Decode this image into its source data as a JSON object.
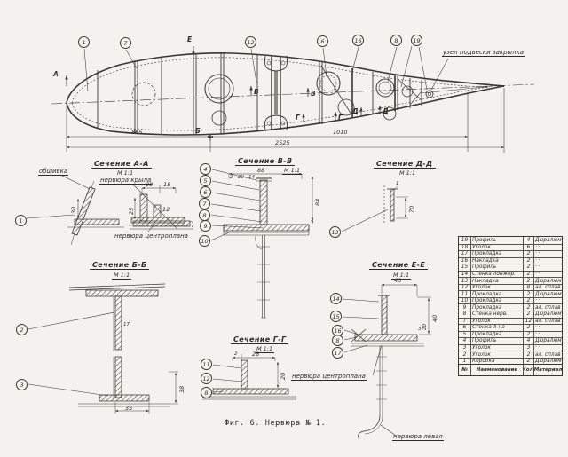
{
  "figure": {
    "caption": "Фиг. 6. Нервюра № 1."
  },
  "top_view": {
    "flap_node_label": "узел подвески закрылка",
    "dim_865": "865",
    "dim_1010": "1010",
    "dim_2525": "2525",
    "callouts": {
      "c1": "1",
      "c7": "7",
      "c12": "12",
      "c6": "6",
      "c16": "16",
      "c8": "8",
      "c19": "19"
    },
    "section_marks": {
      "a": "А",
      "b": "Б",
      "v": "В",
      "g": "Г",
      "d": "Д",
      "e": "Е"
    }
  },
  "sections": {
    "aa": {
      "title": "Сечение А-А",
      "scale": "М 1:1",
      "label_skin": "обшивка",
      "label_wing_rib": "нервюра крыла",
      "label_center_rib": "нервюра центроплана",
      "dim_30": "30",
      "dim_12": "12",
      "dim_20": "20",
      "dim_18": "18",
      "dim_25": "25",
      "callout_1": "1"
    },
    "vv": {
      "title": "Сечение В-В",
      "scale": "М 1:1",
      "dim_88": "88",
      "dim_84": "84",
      "dim_2": "2",
      "dim_20": "20",
      "dim_14": "14",
      "dim_3": "3",
      "callouts": {
        "c4": "4",
        "c5": "5",
        "c6": "6",
        "c7": "7",
        "c8": "8",
        "c9": "9",
        "c10": "10"
      }
    },
    "dd": {
      "title": "Сечение Д-Д",
      "scale": "М 1:1",
      "dim_70": "70",
      "dim_1": "1",
      "callout_13": "13"
    },
    "bb": {
      "title": "Сечение Б-Б",
      "scale": "М 1:1",
      "dim_17": "17",
      "dim_38": "38",
      "dim_35": "35",
      "callout_2": "2",
      "callout_3": "3"
    },
    "gg": {
      "title": "Сечение Г-Г",
      "scale": "М 1:1",
      "dim_2": "2",
      "dim_28": "28",
      "dim_20": "20",
      "callouts": {
        "c11": "11",
        "c12": "12",
        "c8": "8"
      }
    },
    "ee": {
      "title": "Сечение Е-Е",
      "scale": "М 1:1",
      "dim_40_top": "40",
      "dim_40_right": "40",
      "dim_20": "20",
      "dim_3": "3",
      "label_center_rib": "нервюра центроплана",
      "label_left_rib": "нервюра левая",
      "callouts": {
        "c14": "14",
        "c15": "15",
        "c16": "16",
        "c8": "8",
        "c17": "17"
      }
    }
  },
  "parts_table": {
    "header": {
      "num": "№",
      "name": "Наименование",
      "qty": "Кол.",
      "material": "Материал"
    },
    "rows": [
      [
        "19",
        "Профиль",
        "4",
        "Дюралюм."
      ],
      [
        "18",
        "Уголок",
        "6",
        "·  ·"
      ],
      [
        "17",
        "Прокладка",
        "2",
        "·  ·"
      ],
      [
        "16",
        "Накладка",
        "2",
        "·  ·"
      ],
      [
        "15",
        "Профиль",
        "2",
        "·  ·"
      ],
      [
        "14",
        "Стенка лонжер.",
        "2",
        "·  ·"
      ],
      [
        "13",
        "Накладка",
        "2",
        "Дюралюм."
      ],
      [
        "12",
        "Уголок",
        "8",
        "ал. сплав"
      ],
      [
        "11",
        "Прокладка",
        "2",
        "Дюралюм."
      ],
      [
        "10",
        "Прокладка",
        "2",
        "·  ·"
      ],
      [
        "9",
        "Прокладка",
        "2",
        "ал. сплав"
      ],
      [
        "8",
        "Стенка нерв.",
        "2",
        "Дюралюм."
      ],
      [
        "7",
        "Уголок",
        "12",
        "ал. сплав"
      ],
      [
        "6",
        "Стенка л-на",
        "2",
        "·  ·"
      ],
      [
        "5",
        "Прокладка",
        "2",
        "·  ·"
      ],
      [
        "4",
        "Профиль",
        "4",
        "Дюралюм."
      ],
      [
        "3",
        "Уголок",
        "3",
        "·  ·"
      ],
      [
        "2",
        "Уголок",
        "2",
        "ал. сплав"
      ],
      [
        "1",
        "Коробка",
        "2",
        "Дюралюм."
      ]
    ]
  }
}
